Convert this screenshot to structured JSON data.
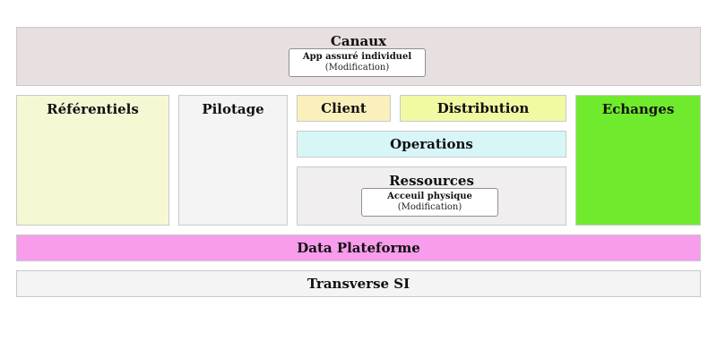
{
  "canaux": {
    "title": "Canaux",
    "card": {
      "title": "App assuré individuel",
      "subtitle": "(Modification)"
    }
  },
  "referentiels": {
    "title": "Référentiels"
  },
  "pilotage": {
    "title": "Pilotage"
  },
  "client": {
    "title": "Client"
  },
  "distribution": {
    "title": "Distribution"
  },
  "operations": {
    "title": "Operations"
  },
  "ressources": {
    "title": "Ressources",
    "card": {
      "title": "Acceuil physique",
      "subtitle": "(Modification)"
    }
  },
  "echanges": {
    "title": "Echanges"
  },
  "data_plateforme": {
    "title": "Data Plateforme"
  },
  "transverse": {
    "title": "Transverse SI"
  },
  "colors": {
    "canaux": "#e7dfe0",
    "referentiels": "#f6f8d3",
    "pilotage": "#f4f4f4",
    "client": "#faf0bb",
    "distribution": "#f1f9a3",
    "operations": "#d8f6f8",
    "ressources": "#f1eeef",
    "echanges": "#70ea2d",
    "data_plateforme": "#f89cec",
    "transverse": "#f4f4f4"
  }
}
